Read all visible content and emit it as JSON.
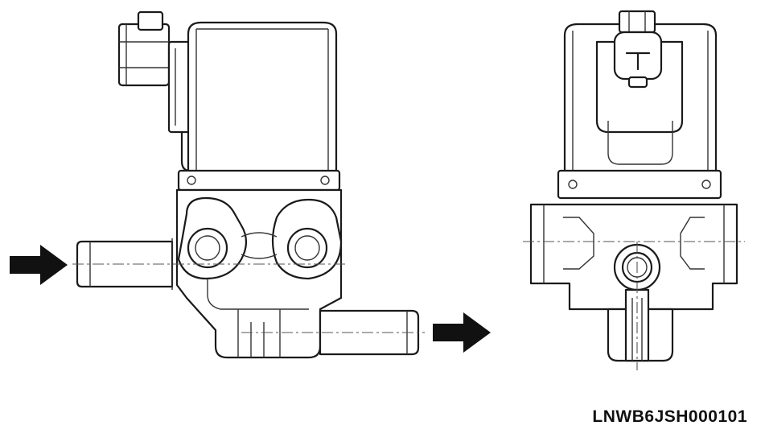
{
  "figure": {
    "reference_code": "LNWB6JSH000101",
    "colors": {
      "line": "#1a1a1a",
      "arrow": "#111111",
      "background": "#ffffff"
    },
    "views": [
      {
        "name": "side-view",
        "flow_arrows": [
          "inlet-arrow",
          "outlet-arrow"
        ]
      },
      {
        "name": "front-view"
      }
    ]
  }
}
